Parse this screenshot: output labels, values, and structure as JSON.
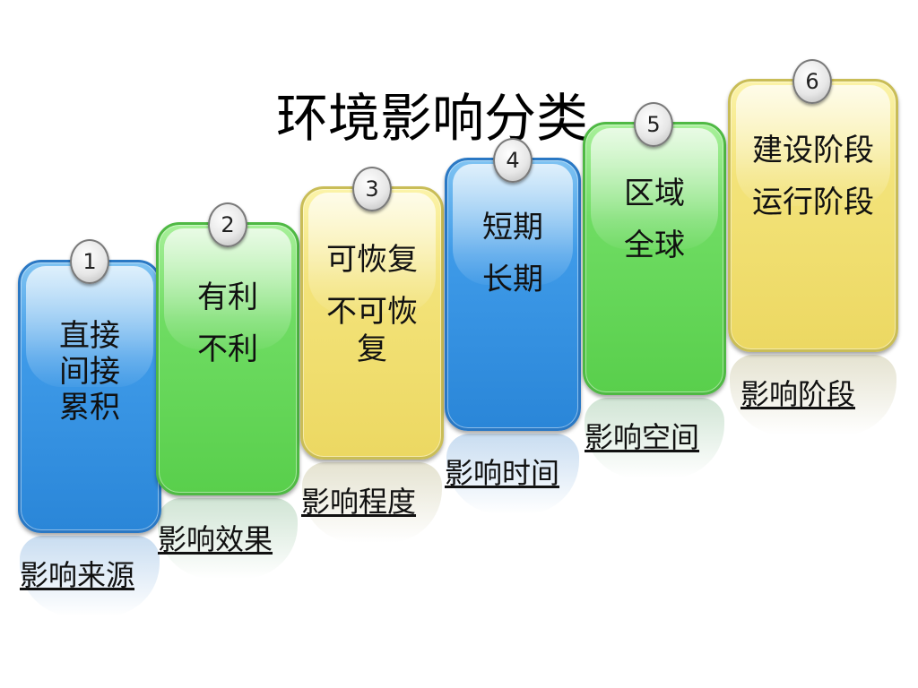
{
  "title": "环境影响分类",
  "colors": {
    "blue": "#3e9ae8",
    "green": "#6fdc63",
    "yellow": "#f3e37a"
  },
  "steps": [
    {
      "number": "1",
      "color": "blue",
      "items": [
        "直接",
        "间接",
        "累积"
      ],
      "label": "影响来源"
    },
    {
      "number": "2",
      "color": "green",
      "items": [
        "有利",
        "不利"
      ],
      "label": "影响效果"
    },
    {
      "number": "3",
      "color": "yellow",
      "items": [
        "可恢复",
        "不可恢复"
      ],
      "label": "影响程度"
    },
    {
      "number": "4",
      "color": "blue",
      "items": [
        "短期",
        "长期"
      ],
      "label": "影响时间"
    },
    {
      "number": "5",
      "color": "green",
      "items": [
        "区域",
        "全球"
      ],
      "label": "影响空间"
    },
    {
      "number": "6",
      "color": "yellow",
      "items": [
        "建设阶段",
        "运行阶段"
      ],
      "label": "影响阶段"
    }
  ]
}
